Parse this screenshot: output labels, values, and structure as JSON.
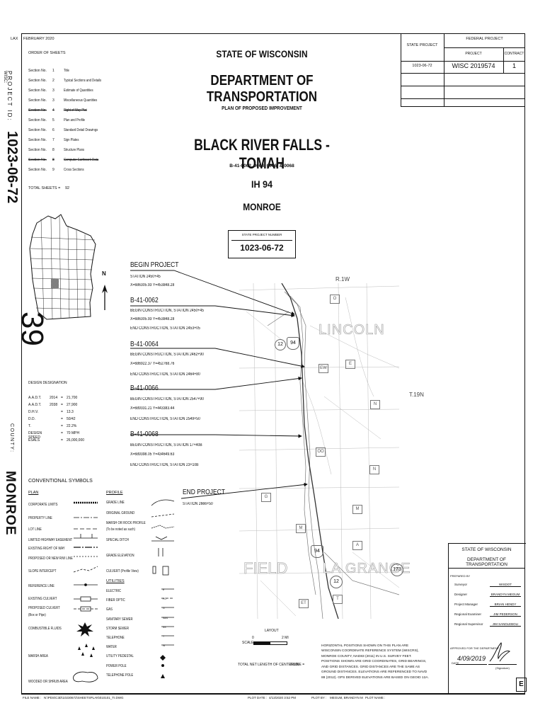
{
  "header": {
    "lax": "LAX",
    "date": "FEBRUARY 2020",
    "order_of_sheets": "ORDER OF SHEETS",
    "state": "STATE OF WISCONSIN",
    "dept": "DEPARTMENT OF TRANSPORTATION",
    "plan": "PLAN OF PROPOSED IMPROVEMENT"
  },
  "project_box": {
    "state_project_label": "STATE PROJECT",
    "federal_project_label": "FEDERAL PROJECT",
    "project_label": "PROJECT",
    "contract_label": "CONTRACT",
    "state_project": "1023-06-72",
    "federal_project": "WISC 2019574",
    "contract": "1"
  },
  "sidebar": {
    "project_id_label": "PROJECT ID:",
    "wisc_label": "WISC:",
    "project_id": "1023-06-72",
    "sheet_no": "39",
    "county_label": "COUNTY:",
    "county": "MONROE"
  },
  "sheets": [
    {
      "section": "Section No.",
      "no": "1",
      "desc": "Title",
      "strike": false
    },
    {
      "section": "Section No.",
      "no": "2",
      "desc": "Typical Sections and Details",
      "strike": false
    },
    {
      "section": "Section No.",
      "no": "3",
      "desc": "Estimate of Quantities",
      "strike": false
    },
    {
      "section": "Section No.",
      "no": "3",
      "desc": "Miscellaneous Quantities",
      "strike": false
    },
    {
      "section": "Section No.",
      "no": "4",
      "desc": "Right of Way Plat",
      "strike": true
    },
    {
      "section": "Section No.",
      "no": "5",
      "desc": "Plan and Profile",
      "strike": false
    },
    {
      "section": "Section No.",
      "no": "6",
      "desc": "Standard Detail Drawings",
      "strike": false
    },
    {
      "section": "Section No.",
      "no": "7",
      "desc": "Sign Plates",
      "strike": false
    },
    {
      "section": "Section No.",
      "no": "8",
      "desc": "Structure Plans",
      "strike": false
    },
    {
      "section": "Section No.",
      "no": "8",
      "desc": "Computer Earthwork Data",
      "strike": true
    },
    {
      "section": "Section No.",
      "no": "9",
      "desc": "Cross Sections",
      "strike": false
    }
  ],
  "total_sheets": {
    "label": "TOTAL SHEETS =",
    "value": "92"
  },
  "title_block": {
    "title": "BLACK RIVER FALLS - TOMAH",
    "structures": "B-41-0062, 0064, 0066, & 0068",
    "highway": "IH 94",
    "county": "MONROE",
    "state_project_number_label": "STATE PROJECT NUMBER",
    "state_project_number": "1023-06-72"
  },
  "callouts": {
    "begin_project": {
      "title": "BEGIN PROJECT",
      "l1": "STATION 2450+45",
      "l2": "X=686305.93  Y=453848.28"
    },
    "b62": {
      "title": "B-41-0062",
      "l1": "BEGIN CONSTRUCTION, STATION 2450+45",
      "l2": "X=686305.93  Y=453848.28",
      "l3": "END CONSTRUCTION, STATION 2453+05"
    },
    "b64": {
      "title": "B-41-0064",
      "l1": "BEGIN CONSTRUCTION, STATION 2462+90",
      "l2": "X=686922.37  Y=452768.76",
      "l3": "END CONSTRUCTION, STATION 2464+80"
    },
    "b66": {
      "title": "B-41-0066",
      "l1": "BEGIN CONSTRUCTION, STATION 2547+90",
      "l2": "X=689331.21  Y=443383.44",
      "l3": "END CONSTRUCTION, STATION 2549+50"
    },
    "b68": {
      "title": "B-41-0068",
      "l1": "BEGIN CONSTRUCTION, STATION 17+40B",
      "l2": "X=689398.05  Y=434649.63",
      "l3": "END CONSTRUCTION, STATION 23+10B"
    },
    "end_project": {
      "title": "END PROJECT",
      "l1": "STATION 2666+50"
    }
  },
  "design_designation": {
    "label": "DESIGN DESIGNATION",
    "rows": [
      {
        "k": "A.A.D.T.",
        "y": "2014",
        "eq": "=",
        "v": "21,700"
      },
      {
        "k": "A.A.D.T.",
        "y": "2038",
        "eq": "=",
        "v": "27,900"
      },
      {
        "k": "D.H.V.",
        "y": "",
        "eq": "=",
        "v": "13.3"
      },
      {
        "k": "D.D.",
        "y": "",
        "eq": "=",
        "v": "50/42"
      },
      {
        "k": "T.",
        "y": "",
        "eq": "=",
        "v": "22.2%"
      },
      {
        "k": "DESIGN SPEED",
        "y": "",
        "eq": "=",
        "v": "70 MPH"
      },
      {
        "k": "ESALS",
        "y": "",
        "eq": "=",
        "v": "26,000,000"
      }
    ]
  },
  "symbols": {
    "title": "CONVENTIONAL SYMBOLS",
    "plan_label": "PLAN",
    "profile_label": "PROFILE",
    "utilities_label": "UTILITIES",
    "plan": [
      "CORPORATE LIMITS",
      "PROPERTY LINE",
      "LOT LINE",
      "LIMITED HIGHWAY EASEMENT",
      "EXISTING RIGHT OF WAY",
      "PROPOSED OR NEW R/W LINE",
      "SLOPE INTERCEPT",
      "REFERENCE LINE",
      "EXISTING CULVERT",
      "PROPOSED CULVERT",
      "(Box or Pipe)",
      "COMBUSTIBLE FLUIDS",
      "MARSH AREA",
      "WOODED OR SHRUB AREA"
    ],
    "profile": [
      "GRADE LINE",
      "ORIGINAL GROUND",
      "MARSH OR ROCK PROFILE",
      "(To be noted as such)",
      "SPECIAL DITCH",
      "GRADE ELEVATION",
      "CULVERT (Profile View)"
    ],
    "utilities": [
      "ELECTRIC",
      "FIBER OPTIC",
      "GAS",
      "SANITARY SEWER",
      "STORM SEWER",
      "TELEPHONE",
      "WATER",
      "UTILITY PEDESTAL",
      "POWER POLE",
      "TELEPHONE POLE"
    ],
    "utility_codes": [
      "E",
      "FO",
      "G",
      "SAN",
      "SS",
      "T",
      "W"
    ]
  },
  "map": {
    "range": "R.1W",
    "township": "T.19N",
    "towns": [
      "LINCOLN",
      "FIELD",
      "LA GRANGE"
    ],
    "routes": [
      "12",
      "94",
      "173",
      "94",
      "12"
    ],
    "county_roads": [
      "O",
      "E",
      "EW",
      "N",
      "N",
      "OO",
      "G",
      "M",
      "M",
      "A",
      "T",
      "ET"
    ],
    "north": "N"
  },
  "scale": {
    "label": "SCALE",
    "zero": "0",
    "two": "2 MI",
    "layout": "LAYOUT"
  },
  "centerline": {
    "label": "TOTAL NET LENGTH OF CENTERLINE =",
    "value": "0.000"
  },
  "note": "HORIZONTAL POSITIONS SHOWN ON THIS PLAN ARE WISCONSIN COORDINATE REFERENCE SYSTEM (WISCRS), MONROE COUNTY, NAD83 (2011) IN U.S. SURVEY FEET. POSITIONS SHOWN ARE GRID COORDINATES, GRID BEARINGS, AND GRID DISTANCES. GRID DISTANCES ARE THE SAME AS GROUND DISTANCES. ELEVATIONS ARE REFERENCED TO NAVD 88 (2012). GPS DERIVED ELEVATIONS ARE BASED ON GEOID 12A.",
  "approval": {
    "state": "STATE OF WISCONSIN",
    "dept": "DEPARTMENT OF TRANSPORTATION",
    "prepared_by": "PREPARED BY",
    "rows": [
      {
        "label": "Surveyor",
        "value": "WISDOT"
      },
      {
        "label": "Designer",
        "value": "BRANDYN MEGUM"
      },
      {
        "label": "Project Manager",
        "value": "BRIAN HENDY"
      },
      {
        "label": "Regional Examiner",
        "value": "JIM PEDERSON"
      },
      {
        "label": "Regional Supervisor",
        "value": "JIM SANDLEBOLI"
      }
    ],
    "approved_for": "APPROVED FOR THE DEPARTMENT",
    "date_label": "DATE",
    "date": "4/09/2019",
    "signature_label": "(Signature)",
    "sheet_letter": "E"
  },
  "footer": {
    "file_label": "FILE NAME :",
    "file": "N:\\PDS\\C3D\\10230672\\SHEETSPLAN\\010101_TI.DWG",
    "plot_date_label": "PLOT DATE :",
    "plot_date": "4/13/2020 3:52 PM",
    "plot_by_label": "PLOT BY :",
    "plot_by": "MEGUM, BRANDYN M",
    "plot_name_label": "PLOT NAME :"
  }
}
